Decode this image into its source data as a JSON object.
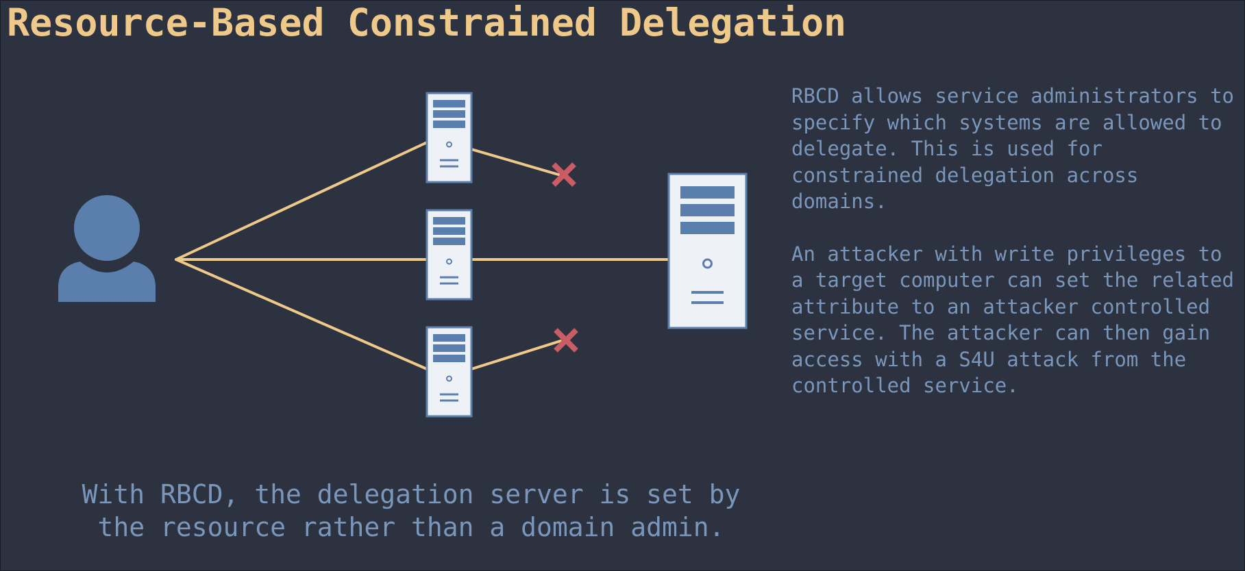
{
  "title": "Resource-Based Constrained Delegation",
  "description": {
    "paragraph_1": "RBCD allows service administrators to specify which systems are allowed to delegate. This is used for constrained delegation across domains.",
    "paragraph_2": "An attacker with write privileges to a target computer can set the related attribute to an attacker controlled service. The attacker can then gain access with a S4U attack from the controlled service."
  },
  "caption": {
    "line_1": "With RBCD, the delegation server is set by",
    "line_2": "the resource rather than a domain admin."
  },
  "colors": {
    "background": "#2d3240",
    "title": "#efc98a",
    "text": "#7a97bb",
    "connector": "#efc98a",
    "icon_fill": "#5b7fad",
    "server_body": "#eef1f6",
    "blocked_mark": "#c95c64"
  },
  "icons": {
    "user": "user-icon",
    "servers": [
      "server-icon",
      "server-icon",
      "server-icon"
    ],
    "target": "server-icon",
    "blocked": [
      "x-mark-icon",
      "x-mark-icon"
    ]
  }
}
